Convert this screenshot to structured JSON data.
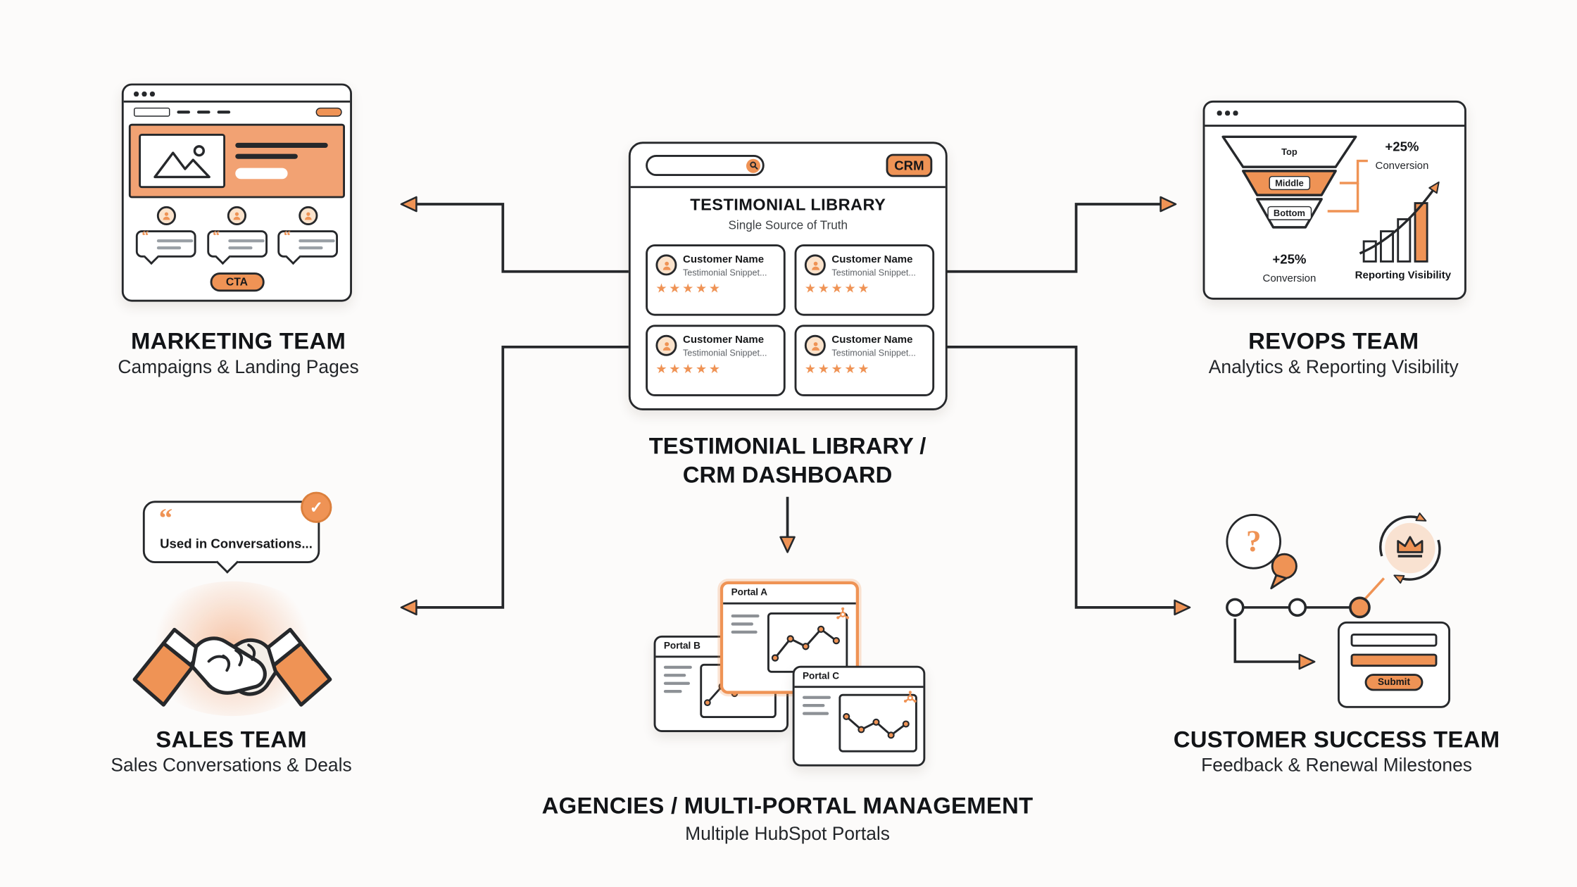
{
  "colors": {
    "accent": "#EF9355",
    "accent_soft": "#F2A273",
    "ink": "#26282B",
    "bg": "#FCFBFA"
  },
  "icons": {
    "quote": "“",
    "check": "✓"
  },
  "center": {
    "crm_badge": "CRM",
    "title": "TESTIMONIAL LIBRARY",
    "subtitle": "Single Source of Truth",
    "cards": [
      {
        "name": "Customer Name",
        "snippet": "Testimonial Snippet...",
        "stars": "★★★★★"
      },
      {
        "name": "Customer Name",
        "snippet": "Testimonial Snippet...",
        "stars": "★★★★★"
      },
      {
        "name": "Customer Name",
        "snippet": "Testimonial Snippet...",
        "stars": "★★★★★"
      },
      {
        "name": "Customer Name",
        "snippet": "Testimonial Snippet...",
        "stars": "★★★★★"
      }
    ],
    "caption_line1": "TESTIMONIAL LIBRARY /",
    "caption_line2": "CRM DASHBOARD"
  },
  "marketing": {
    "title": "MARKETING TEAM",
    "subtitle": "Campaigns & Landing Pages",
    "cta_label": "CTA"
  },
  "revops": {
    "title": "REVOPS TEAM",
    "subtitle": "Analytics & Reporting Visibility",
    "funnel_labels": [
      "Top",
      "Middle",
      "Bottom"
    ],
    "conversion_bottom": {
      "value": "+25%",
      "label": "Conversion"
    },
    "conversion_top": {
      "value": "+25%",
      "label": "Conversion"
    },
    "reporting_label": "Reporting Visibility"
  },
  "sales": {
    "title": "SALES TEAM",
    "subtitle": "Sales Conversations & Deals",
    "bubble_text": "Used in Conversations..."
  },
  "agencies": {
    "title": "AGENCIES / MULTI-PORTAL MANAGEMENT",
    "subtitle": "Multiple HubSpot Portals",
    "portals": [
      {
        "label": "Portal A"
      },
      {
        "label": "Portal B"
      },
      {
        "label": "Portal C"
      }
    ]
  },
  "success": {
    "title": "CUSTOMER SUCCESS TEAM",
    "subtitle": "Feedback & Renewal Milestones",
    "question_mark": "?",
    "submit_label": "Submit"
  }
}
